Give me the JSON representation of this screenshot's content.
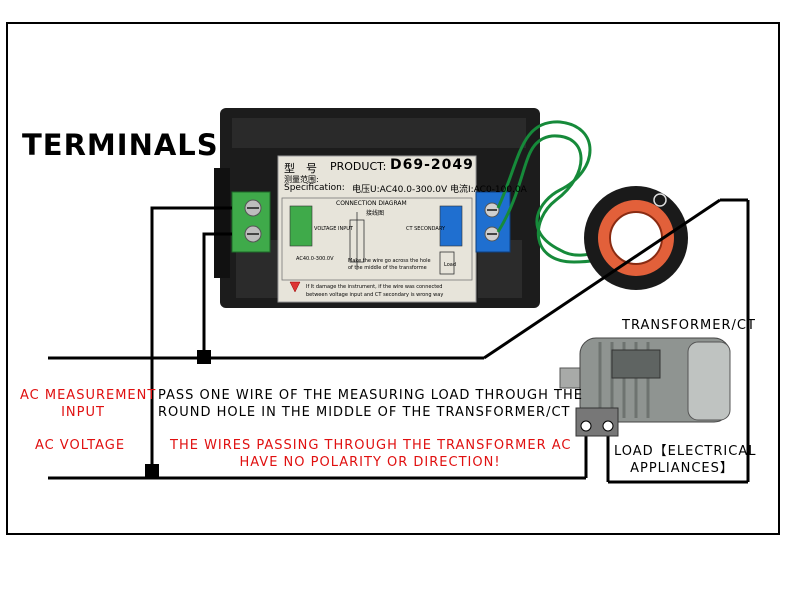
{
  "title": "TERMINALS",
  "meter": {
    "model_prefix": "型　号",
    "product_label": "PRODUCT:",
    "model": "D69-2049",
    "range_cn": "测量范围:",
    "spec_label": "Specification:",
    "spec_values": "电压U:AC40.0-300.0V 电流I:AC0-100.0A",
    "diagram_title": "CONNECTION DIAGRAM",
    "diagram_title_cn": "接线图",
    "voltage_input": "VOLTAGE INPUT",
    "ct_secondary": "CT SECONDARY",
    "range_v": "AC40.0-300.0V",
    "load": "Load",
    "wire_note_1": "Make the wire go across the hole",
    "wire_note_2": "of the middle of the transforme",
    "warning_1": "If It damage the instrument, if the wire was connected",
    "warning_2": "between voltage input and CT secondary is wrong way"
  },
  "labels": {
    "transformer": "TRANSFORMER/CT",
    "ac_measurement_line1": "AC MEASUREMENT",
    "ac_measurement_line2": "INPUT",
    "ac_voltage": "AC VOLTAGE",
    "pass_wire_line1": "PASS ONE WIRE OF THE MEASURING LOAD THROUGH THE",
    "pass_wire_line2": "ROUND HOLE IN THE MIDDLE OF THE TRANSFORMER/CT",
    "polarity_line1": "THE WIRES PASSING THROUGH THE TRANSFORMER AC",
    "polarity_line2": "HAVE NO POLARITY OR DIRECTION!",
    "load_line1": "LOAD【ELECTRICAL",
    "load_line2": "APPLIANCES】"
  },
  "colors": {
    "terminal_green": "#3faa4a",
    "terminal_blue": "#1f6fd0",
    "ct_orange": "#e2603a",
    "ct_body": "#1a1a1a",
    "red_text": "#e01010",
    "wire_green": "#168a3a"
  }
}
